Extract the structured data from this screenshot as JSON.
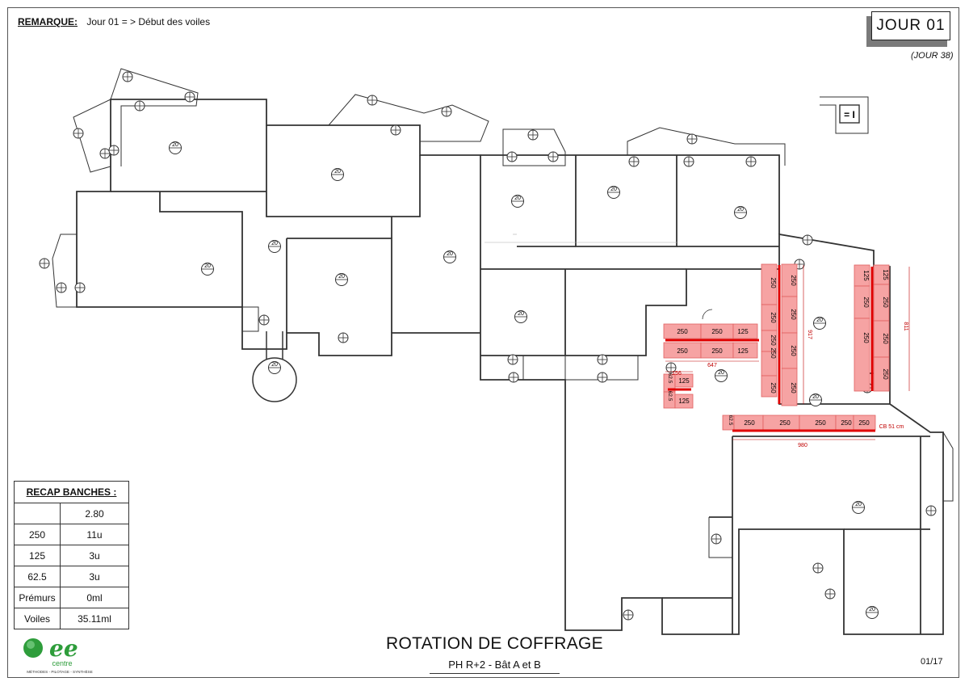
{
  "remark": {
    "label": "REMARQUE:",
    "text": "Jour 01 = > Début des voiles"
  },
  "day": {
    "label": "JOUR  01",
    "sub": "(JOUR 38)"
  },
  "title": "ROTATION DE COFFRAGE",
  "subtitle": "PH R+2 - Bât A et B",
  "page": "01/17",
  "legend_symbol": "= I",
  "recap": {
    "header": "RECAP BANCHES :",
    "rows": [
      {
        "label": "",
        "value": "2.80"
      },
      {
        "label": "250",
        "value": "11u"
      },
      {
        "label": "125",
        "value": "3u"
      },
      {
        "label": "62.5",
        "value": "3u"
      },
      {
        "label": "Prémurs",
        "value": "0ml"
      },
      {
        "label": "Voiles",
        "value": "35.11ml"
      }
    ]
  },
  "logo": {
    "letters": "ee",
    "word": "centre",
    "tagline": "MÉTHODES - PILOTAGE - SYNTHÈSE"
  },
  "plan": {
    "room_marker": "20",
    "dimensions": {
      "d647": "647",
      "d156": "156",
      "d917": "917",
      "d811": "811",
      "d980": "980",
      "cb": "CB 51 cm"
    },
    "panels": {
      "h_top": [
        "250",
        "250",
        "125"
      ],
      "h_bottom": [
        "250",
        "250",
        "125"
      ],
      "v_left": [
        "250",
        "250",
        "250",
        "250",
        "250"
      ],
      "v_mid": [
        "250",
        "250",
        "250",
        "250"
      ],
      "v_right_a": [
        "125",
        "250",
        "250"
      ],
      "v_right_b": [
        "125",
        "250",
        "250",
        "250"
      ],
      "small": [
        "125",
        "125"
      ],
      "small_v": [
        "62.5",
        "62.5"
      ],
      "bottom": [
        "62.5",
        "250",
        "250",
        "250",
        "250",
        "250"
      ]
    }
  },
  "colors": {
    "panel_fill": "#f6a3a3",
    "panel_stroke": "#e06060",
    "wall_red": "#e00000",
    "plan_line": "#333333"
  }
}
